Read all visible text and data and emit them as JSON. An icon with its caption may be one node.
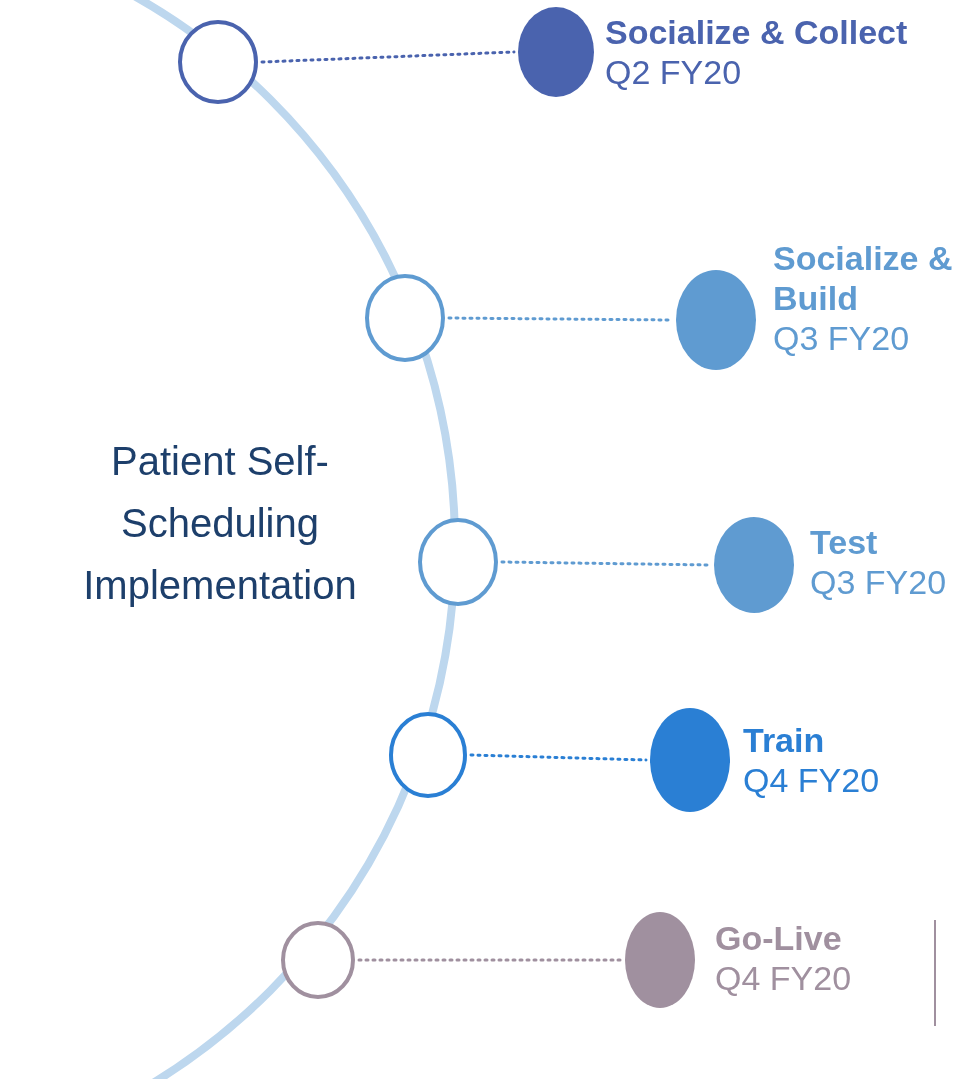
{
  "diagram": {
    "nodes": [
      {
        "text": [],
        "shape": "circle"
      },
      {
        "text": [],
        "shape": "circle",
        "beside": [
          "Socialize & Collect",
          "Q2 FY20"
        ]
      },
      {
        "text": [],
        "shape": "circle"
      },
      {
        "text": [],
        "shape": "circle",
        "beside": [
          "Socialize & Build",
          "Q3 FY20"
        ]
      },
      {
        "text": [],
        "shape": "circle"
      },
      {
        "text": [],
        "shape": "circle",
        "beside": [
          "Test",
          "Q3 FY20"
        ]
      },
      {
        "text": [],
        "shape": "circle"
      },
      {
        "text": [],
        "shape": "circle",
        "beside": [
          "Train",
          "Q4 FY20"
        ]
      },
      {
        "text": [],
        "shape": "circle"
      },
      {
        "text": [],
        "shape": "circle",
        "beside": [
          "Go-Live",
          "Q4 FY20"
        ]
      }
    ],
    "edges": [
      {
        "from": 0,
        "to": 1,
        "arrow": "none",
        "style": "dashed",
        "color": "#4a63ae"
      },
      {
        "from": 2,
        "to": 3,
        "arrow": "none",
        "style": "dashed",
        "color": "#5f9bd1"
      },
      {
        "from": 4,
        "to": 5,
        "arrow": "none",
        "style": "dashed",
        "color": "#5f9bd1"
      },
      {
        "from": 6,
        "to": 7,
        "arrow": "none",
        "style": "dashed",
        "color": "#2a7fd4"
      },
      {
        "from": 8,
        "to": 9,
        "arrow": "none",
        "style": "dashed",
        "color": "#a0909f"
      }
    ],
    "labels": [
      "Patient Self-Scheduling Implementation"
    ]
  }
}
